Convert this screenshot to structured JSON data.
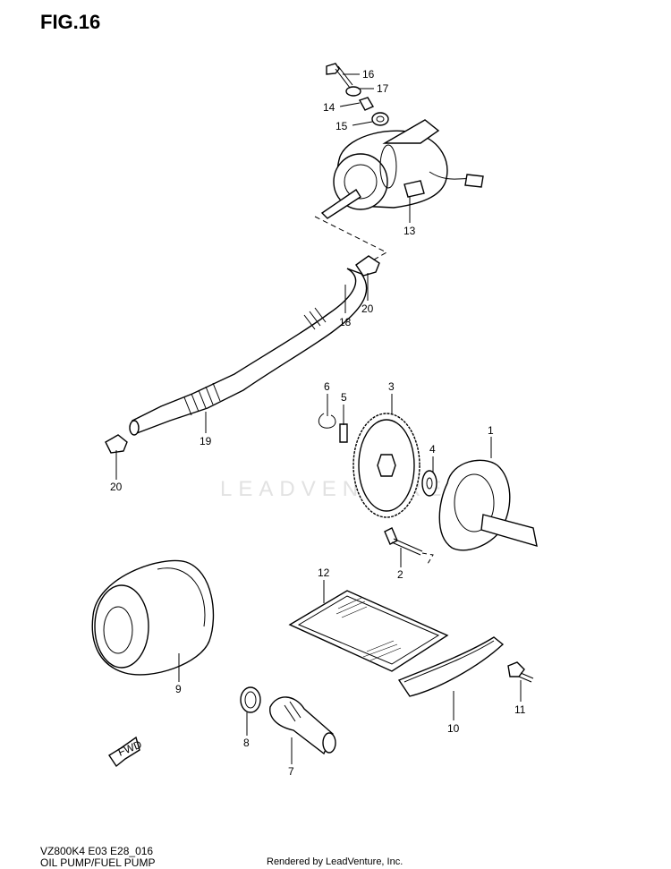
{
  "figure": {
    "title": "FIG.16",
    "model_code": "VZ800K4 E03 E28_016",
    "section_name": "OIL PUMP/FUEL PUMP",
    "rendered_by": "Rendered by LeadVenture, Inc.",
    "watermark": "LEADVENTURE",
    "fwd_label": "FWD"
  },
  "callouts": [
    "16",
    "17",
    "14",
    "15",
    "13",
    "20",
    "18",
    "6",
    "5",
    "3",
    "4",
    "1",
    "19",
    "20",
    "2",
    "12",
    "9",
    "11",
    "8",
    "10",
    "7"
  ]
}
